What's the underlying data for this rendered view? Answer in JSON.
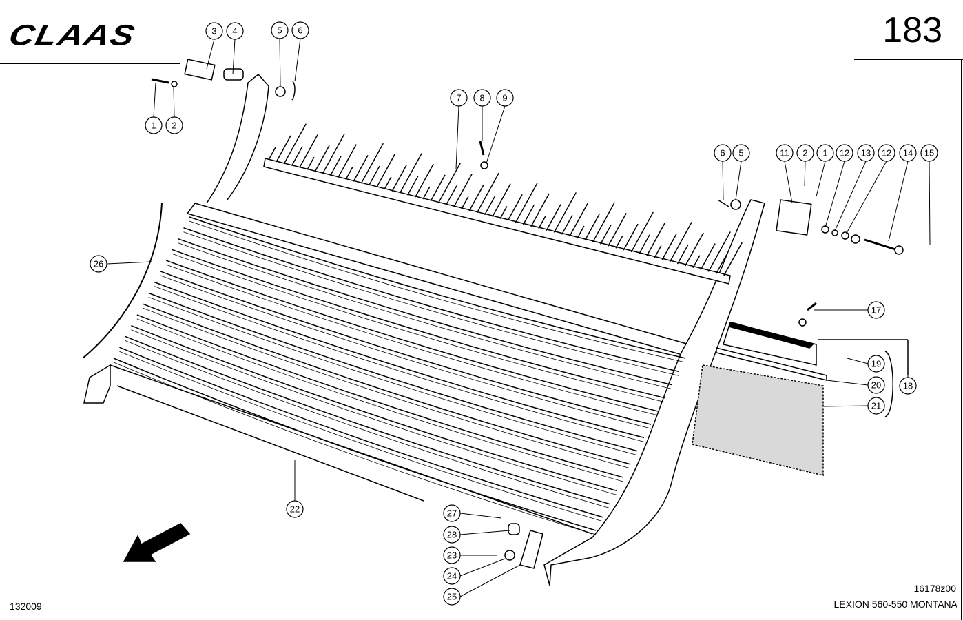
{
  "header": {
    "brand": "CLAAS",
    "page_number": "183"
  },
  "footer": {
    "drawing_code": "132009",
    "figure_code": "16178z00",
    "model": "LEXION 560-550 MONTANA"
  },
  "callouts": [
    "3",
    "4",
    "5",
    "6",
    "1",
    "2",
    "7",
    "8",
    "9",
    "6",
    "5",
    "11",
    "2",
    "1",
    "12",
    "13",
    "12",
    "14",
    "15",
    "26",
    "17",
    "19",
    "20",
    "18",
    "21",
    "22",
    "27",
    "28",
    "23",
    "24",
    "25"
  ]
}
